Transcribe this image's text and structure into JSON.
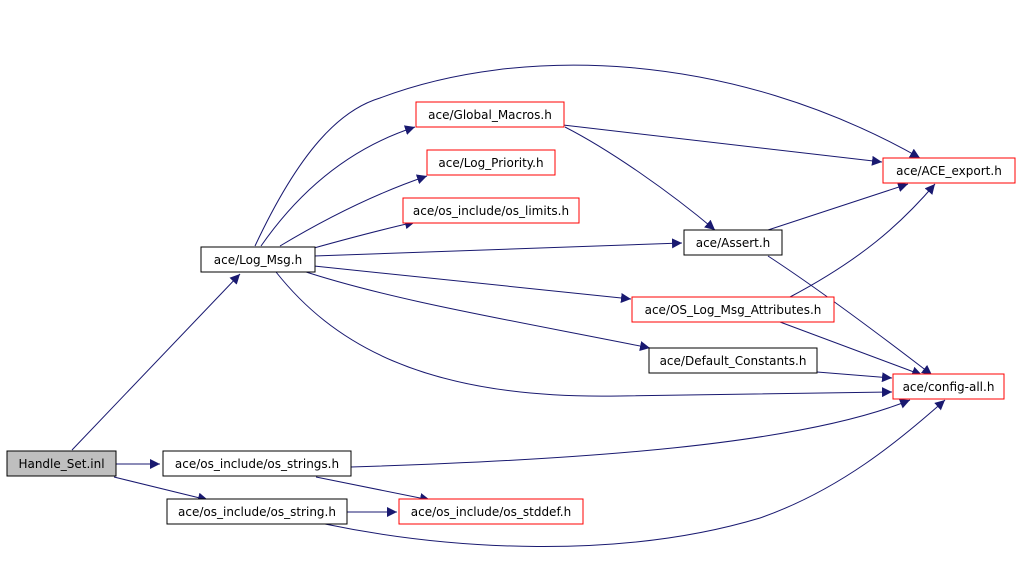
{
  "colors": {
    "edge": "#191970",
    "root_fill": "#bfbfbf",
    "border_black": "#000000",
    "border_red": "#ff0000",
    "node_fill": "#ffffff"
  },
  "nodes": {
    "handle_set": {
      "label": "Handle_Set.inl",
      "style": "root"
    },
    "log_msg": {
      "label": "ace/Log_Msg.h",
      "style": "black"
    },
    "global_macros": {
      "label": "ace/Global_Macros.h",
      "style": "red"
    },
    "log_priority": {
      "label": "ace/Log_Priority.h",
      "style": "red"
    },
    "os_limits": {
      "label": "ace/os_include/os_limits.h",
      "style": "red"
    },
    "assert": {
      "label": "ace/Assert.h",
      "style": "black"
    },
    "ace_export": {
      "label": "ace/ACE_export.h",
      "style": "red"
    },
    "os_log_msg_attributes": {
      "label": "ace/OS_Log_Msg_Attributes.h",
      "style": "red"
    },
    "default_constants": {
      "label": "ace/Default_Constants.h",
      "style": "black"
    },
    "config_all": {
      "label": "ace/config-all.h",
      "style": "red"
    },
    "os_strings": {
      "label": "ace/os_include/os_strings.h",
      "style": "black"
    },
    "os_string": {
      "label": "ace/os_include/os_string.h",
      "style": "black"
    },
    "os_stddef": {
      "label": "ace/os_include/os_stddef.h",
      "style": "red"
    }
  },
  "edges": [
    [
      "handle_set",
      "log_msg"
    ],
    [
      "handle_set",
      "os_strings"
    ],
    [
      "handle_set",
      "os_string"
    ],
    [
      "log_msg",
      "global_macros"
    ],
    [
      "log_msg",
      "log_priority"
    ],
    [
      "log_msg",
      "os_limits"
    ],
    [
      "log_msg",
      "assert"
    ],
    [
      "log_msg",
      "ace_export"
    ],
    [
      "log_msg",
      "os_log_msg_attributes"
    ],
    [
      "log_msg",
      "default_constants"
    ],
    [
      "log_msg",
      "config_all"
    ],
    [
      "global_macros",
      "ace_export"
    ],
    [
      "global_macros",
      "assert"
    ],
    [
      "assert",
      "ace_export"
    ],
    [
      "assert",
      "config_all"
    ],
    [
      "os_log_msg_attributes",
      "ace_export"
    ],
    [
      "os_log_msg_attributes",
      "config_all"
    ],
    [
      "default_constants",
      "config_all"
    ],
    [
      "os_strings",
      "config_all"
    ],
    [
      "os_strings",
      "os_stddef"
    ],
    [
      "os_string",
      "os_stddef"
    ],
    [
      "os_string",
      "config_all"
    ]
  ]
}
